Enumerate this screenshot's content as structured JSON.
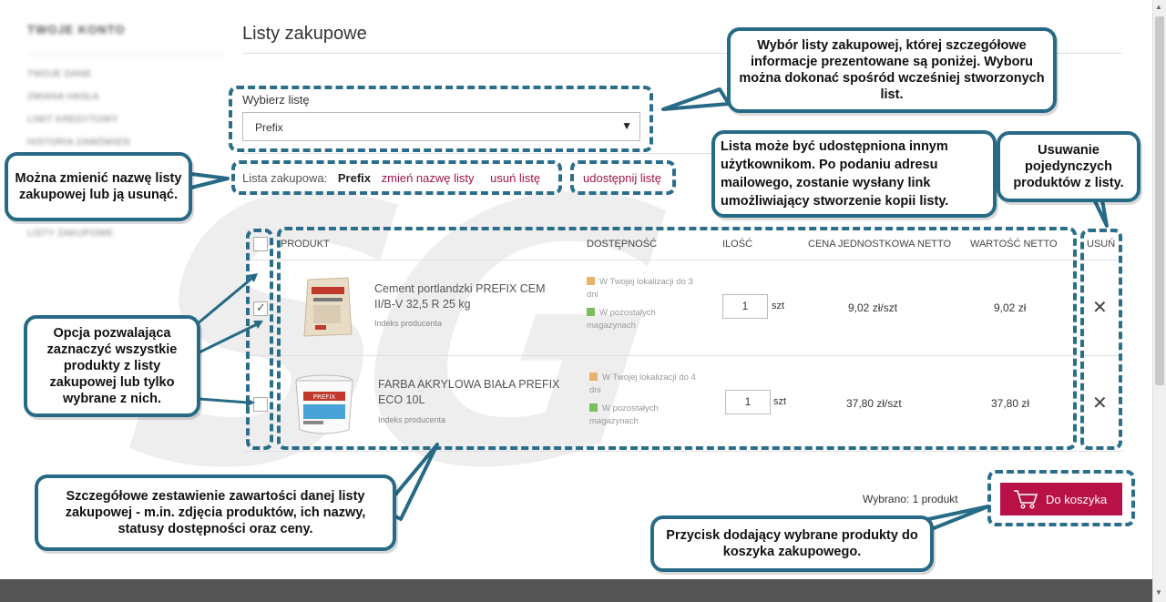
{
  "sidebar": {
    "title": "TWOJE KONTO",
    "items": [
      "TWOJE DANE",
      "ZMIANA HASŁA",
      "LIMIT KREDYTOWY",
      "HISTORIA ZAMÓWIEŃ",
      "",
      "",
      "",
      "LISTY ZAKUPOWE"
    ]
  },
  "watermark": "SG",
  "page": {
    "title": "Listy zakupowe"
  },
  "select": {
    "label": "Wybierz listę",
    "value": "Prefix",
    "arrow": "▼"
  },
  "list_info": {
    "label": "Lista zakupowa:",
    "name": "Prefix",
    "rename": "zmień nazwę listy",
    "remove": "usuń listę",
    "share": "udostępnij listę"
  },
  "table": {
    "headers": {
      "product": "PRODUKT",
      "availability": "DOSTĘPNOŚĆ",
      "qty": "ILOŚĆ",
      "unit_price": "CENA JEDNOSTKOWA NETTO",
      "total": "WARTOŚĆ NETTO",
      "remove": "USUŃ"
    },
    "rows": [
      {
        "name": "Cement portlandzki PREFIX CEM II/B-V 32,5 R 25 kg",
        "index": "Indeks producenta",
        "avail_local": "W Twojej lokalizacji do 3 dni",
        "avail_other": "W pozostałych magazynach",
        "qty": "1",
        "unit": "szt",
        "unit_price": "9,02 zł/szt",
        "total": "9,02 zł",
        "checked": true
      },
      {
        "name": "FARBA AKRYLOWA BIAŁA PREFIX ECO 10L",
        "index": "Indeks producenta",
        "avail_local": "W Twojej lokalizacji do 4 dni",
        "avail_other": "W pozostałych magazynach",
        "qty": "1",
        "unit": "szt",
        "unit_price": "37,80 zł/szt",
        "total": "37,80 zł",
        "checked": false
      }
    ],
    "remove_symbol": "✕"
  },
  "summary": {
    "selected": "Wybrano: 1 produkt",
    "cart_button": "Do koszyka"
  },
  "callouts": {
    "select_list": "Wybór listy zakupowej, której szczegółowe informacje prezentowane są poniżej. Wyboru można dokonać spośród wcześniej stworzonych list.",
    "rename_remove": "Można zmienić nazwę listy zakupowej lub ją usunąć.",
    "share": "Lista może być udostępniona innym użytkownikom. Po podaniu adresu mailowego, zostanie wysłany link umożliwiający stworzenie kopii listy.",
    "remove_single": "Usuwanie pojedynczych produktów z listy.",
    "checkboxes": "Opcja pozwalająca zaznaczyć wszystkie produkty z listy zakupowej lub tylko wybrane z nich.",
    "details": "Szczegółowe zestawienie zawartości danej listy zakupowej - m.in. zdjęcia produktów, ich nazwy, statusy dostępności oraz ceny.",
    "cart": "Przycisk dodający wybrane produkty do koszyka zakupowego."
  },
  "colors": {
    "accent": "#b71145",
    "link": "#a3144a",
    "callout_border": "#276a86",
    "avail_local": "#e8b36a",
    "avail_other": "#7dbd5a"
  }
}
